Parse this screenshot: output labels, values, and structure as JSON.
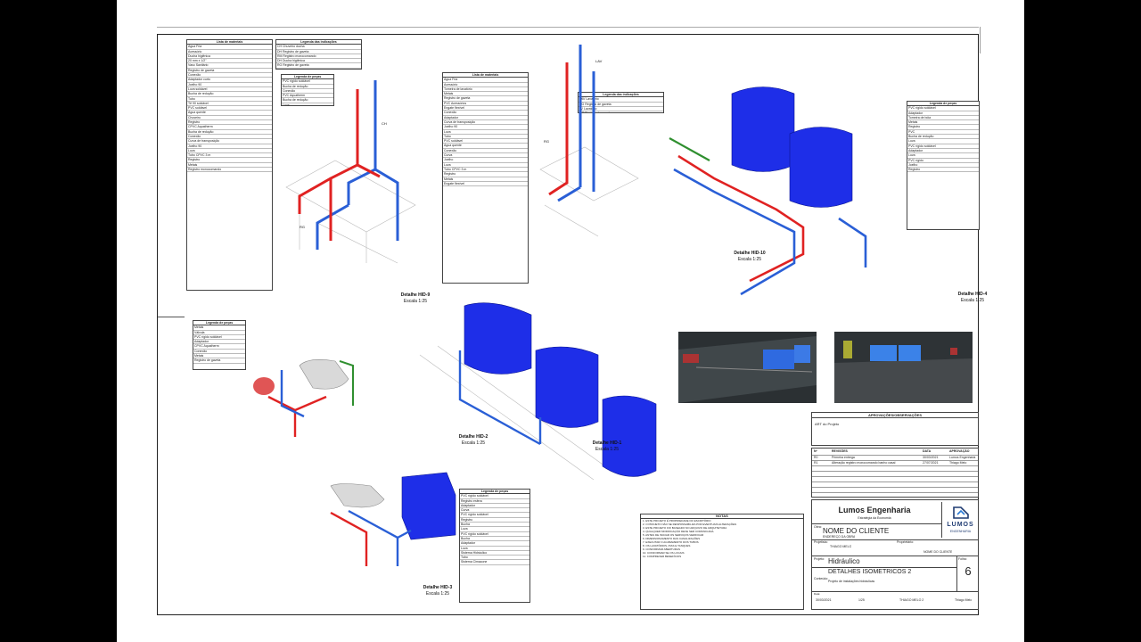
{
  "sheet": {
    "colors": {
      "water_cold": "#2a5fd6",
      "water_hot": "#e02222",
      "drain": "#2f8f2f",
      "tank": "#1e2ee8"
    }
  },
  "table_material_1": {
    "title": "Lista de materiais",
    "rows": [
      "Água Fria",
      "Acessório",
      "Ducha higiênica",
      "20 mm x 1/2\"",
      "Vaso Sanitário",
      "Registro de gaveta",
      "Conexão",
      "Adaptador curto",
      "Joelho 90",
      "Luva soldável",
      "Bucha de redução",
      "Tubo",
      "Tê 90 soldável",
      "PVC soldável",
      "Água quente",
      "Chuveiro",
      "Registro",
      "CPVC Aquatherm",
      "Bucha de redução",
      "Conexão",
      "Curva de transposição",
      "Joelho 90",
      "Luva",
      "Tubo CPVC 3 m",
      "Registro",
      "Metais",
      "Registro monocomando"
    ]
  },
  "table_legend_1": {
    "title": "Legenda das indicações",
    "rows": [
      "CH  Chuveiro ducha",
      "DH  Registro de gaveta",
      "RM  Registro monocomando",
      "DH  Ducha higiênica",
      "RG  Registro de gaveta",
      "VS  Vaso sanitário"
    ]
  },
  "table_pecas_1": {
    "title": "Legenda de peças",
    "rows": [
      "PVC rígido soldável",
      "Bucha de redução",
      "Conexão",
      "PVC Aquatherm",
      "Bucha de redução",
      "Luva"
    ]
  },
  "table_material_2": {
    "title": "Lista de materiais",
    "rows": [
      "Água Fria",
      "Acessório",
      "Torneira de lavatório",
      "Metais",
      "Registro de gaveta",
      "PVC Acessórios",
      "Engate flexível",
      "Conexão",
      "Adaptador",
      "Curva de transposição",
      "Joelho 90",
      "Luva",
      "Tubo",
      "PVC soldável",
      "Água quente",
      "Conexão",
      "Curva",
      "Joelho",
      "Luva",
      "Tubo CPVC 3 m",
      "Registro",
      "Metais",
      "Engate flexível"
    ]
  },
  "table_legend_2": {
    "title": "Legenda das indicações",
    "rows": [
      "LAV  Lavatório",
      "RG  Registro de gaveta",
      "LV  Lavatório",
      "RG  Registro de gaveta"
    ]
  },
  "table_pecas_hid4": {
    "title": "Legenda de peças",
    "rows": [
      "PVC rígido soldável",
      "Adaptador",
      "Torneira de bóia",
      "Metais",
      "Registro",
      "PVC",
      "Bucha de redução",
      "Luva",
      "PVC rígido soldável",
      "Adaptador",
      "Luva",
      "PVC rígido",
      "Joelho",
      "Registro"
    ]
  },
  "table_pecas_hid2": {
    "title": "Legenda de peças",
    "rows": [
      "Metais",
      "Válvula",
      "PVC rígido soldável",
      "Adaptador",
      "CPVC Aquatherm",
      "Conexão",
      "Metais",
      "Registro de gaveta"
    ]
  },
  "table_pecas_hid3": {
    "title": "Legenda de peças",
    "rows": [
      "PVC rígido soldável",
      "Registro esfera",
      "Adaptador",
      "Curva",
      "PVC rígido soldável",
      "Registro",
      "Bucha",
      "Luva",
      "PVC rígido soldável",
      "Bucha",
      "Adaptador",
      "Luva",
      "Sistema Hidráulico",
      "Tubo",
      "Sistema Cimacone"
    ]
  },
  "captions": {
    "hid9": {
      "title": "Detalhe HID-9",
      "scale": "Escala 1:25"
    },
    "hid10": {
      "title": "Detalhe HID-10",
      "scale": "Escala 1:25"
    },
    "hid4": {
      "title": "Detalhe HID-4",
      "scale": "Escala 1:25"
    },
    "hid2": {
      "title": "Detalhe HID-2",
      "scale": "Escala 1:25"
    },
    "hid1": {
      "title": "Detalhe HID-1",
      "scale": "Escala 1:25"
    },
    "hid3": {
      "title": "Detalhe HID-3",
      "scale": "Escala 1:25"
    }
  },
  "notes": {
    "title": "NOTAS",
    "lines": [
      "1. ESTE PROJETO É PROPRIEDADE DO ESCRITÓRIO",
      "2. O PROJETO NÃO SE RESPONSABILIZA POR EVENTUAIS ALTERAÇÕES",
      "3. ESTE PROJETO FOI BASEADO NO ARQUIVO DE ARQUITETURA",
      "4. QUALQUER MODIFICAÇÃO DEVE SER COMUNICADA",
      "5. ANTES DE INICIAR OS SERVIÇOS VERIFICAR",
      "6. DIMENSIONAMENTO DAS CANALIZAÇÕES",
      "7. EXECUTAR O ACABAMENTO DOS TUBOS",
      "8. OS LAVATÓRIOS, PIAS E TANQUES",
      "9. CONFORMAR ABERTURAS",
      "10. CONFORMAR SE OS LOCAIS",
      "11. COMPREVER BENEFÍCIOS"
    ]
  },
  "approvals": {
    "title": "APROVAÇÕES/OBSERVAÇÕES",
    "note": "ART do Projeto"
  },
  "revisions": {
    "headers": [
      "Nº",
      "REVISÕES",
      "DATA",
      "APROVAÇÃO"
    ],
    "rows": [
      [
        "R0",
        "Primeira entrega",
        "30/03/2021",
        "Lumos Engenharia"
      ],
      [
        "R1",
        "Alteração registro monocomando banho casal",
        "27/07/2021",
        "Thiago Melo"
      ]
    ]
  },
  "titleblock": {
    "company": "Lumos Engenharia",
    "company_sub": "Estratégia da Economia",
    "logo_text": "LUMOS",
    "logo_sub": "ENGENHARIA",
    "obra_label": "Obra:",
    "client": "NOME DO CLIENTE",
    "client_sub": "ENDEREÇO DA OBRA",
    "projetista_label": "Projetista:",
    "projetista": "THIAGO MELO",
    "proprietario_label": "Proprietário:",
    "proprietario": "NOME DO CLIENTE",
    "projeto_label": "Projeto:",
    "projeto": "Hidráulico",
    "conteudo_label": "Conteúdo:",
    "conteudo": "DETALHES ISOMÉTRICOS 2",
    "conteudo_sub": "Projeto de instalações hidráulicas",
    "folha_label": "Folha:",
    "folha": "6",
    "data_label": "Data:",
    "data": "30/03/2021",
    "escala": "1/25",
    "arquivo": "THIAGO MELO 2",
    "desenho": "Thiago Melo"
  }
}
